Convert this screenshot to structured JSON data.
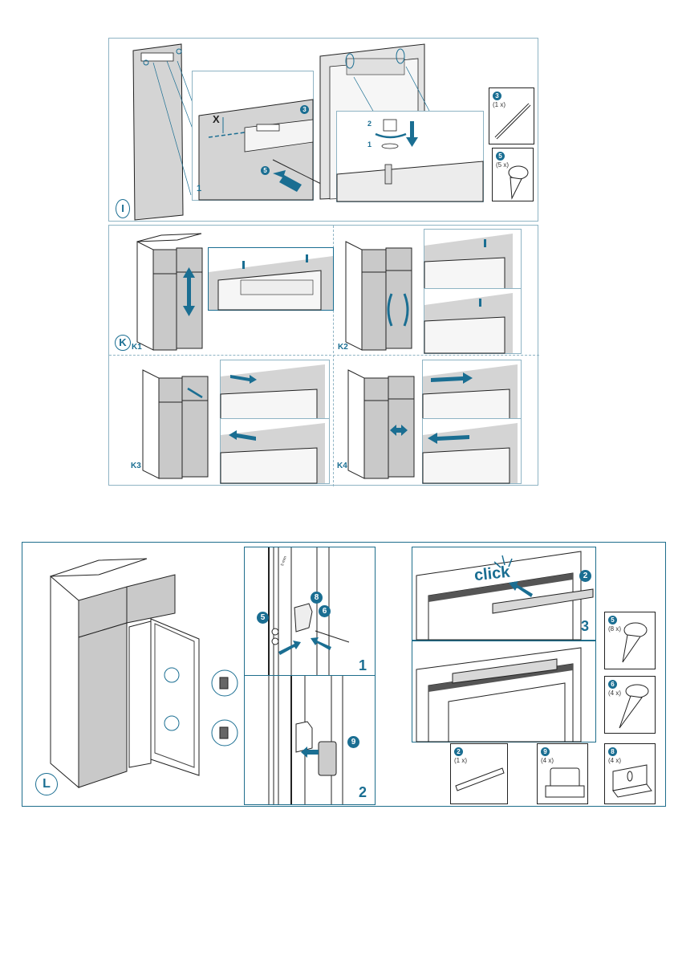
{
  "colors": {
    "accent": "#1a6e92",
    "panel_border": "#8fb4c4",
    "gray_panel": "#d4d4d4"
  },
  "section_I": {
    "label": "I",
    "detail1": {
      "dimension_label": "X",
      "step": "1",
      "callouts": [
        "3",
        "5"
      ],
      "rotate_step": "2"
    },
    "detail2": {
      "step_washer": "1",
      "step_nut": "2"
    },
    "parts": [
      {
        "badge": "3",
        "qty": "(1 x)",
        "icon": "hinge-rail-part-icon"
      },
      {
        "badge": "5",
        "qty": "(5 x)",
        "icon": "screw-part-icon"
      }
    ]
  },
  "section_K": {
    "label": "K",
    "panels": [
      {
        "label": "K1",
        "adjust": "height (up/down)"
      },
      {
        "label": "K2",
        "adjust": "tilt (rotate)"
      },
      {
        "label": "K3",
        "adjust": "depth (in/out)"
      },
      {
        "label": "K4",
        "adjust": "lateral (left/right)"
      }
    ]
  },
  "section_L": {
    "label": "L",
    "step1": {
      "number": "1",
      "callouts": [
        "5",
        "8",
        "6"
      ],
      "dimension": "5 mm"
    },
    "step2": {
      "number": "2",
      "callouts": [
        "9"
      ]
    },
    "step3": {
      "number": "3",
      "click_text": "click",
      "callouts": [
        "2"
      ]
    },
    "parts": [
      {
        "badge": "5",
        "qty": "(8 x)",
        "icon": "screw-part-icon"
      },
      {
        "badge": "6",
        "qty": "(4 x)",
        "icon": "screw-part-icon"
      },
      {
        "badge": "2",
        "qty": "(1 x)",
        "icon": "cover-strip-part-icon"
      },
      {
        "badge": "9",
        "qty": "(4 x)",
        "icon": "hinge-cover-part-icon"
      },
      {
        "badge": "8",
        "qty": "(4 x)",
        "icon": "bracket-part-icon"
      }
    ]
  }
}
